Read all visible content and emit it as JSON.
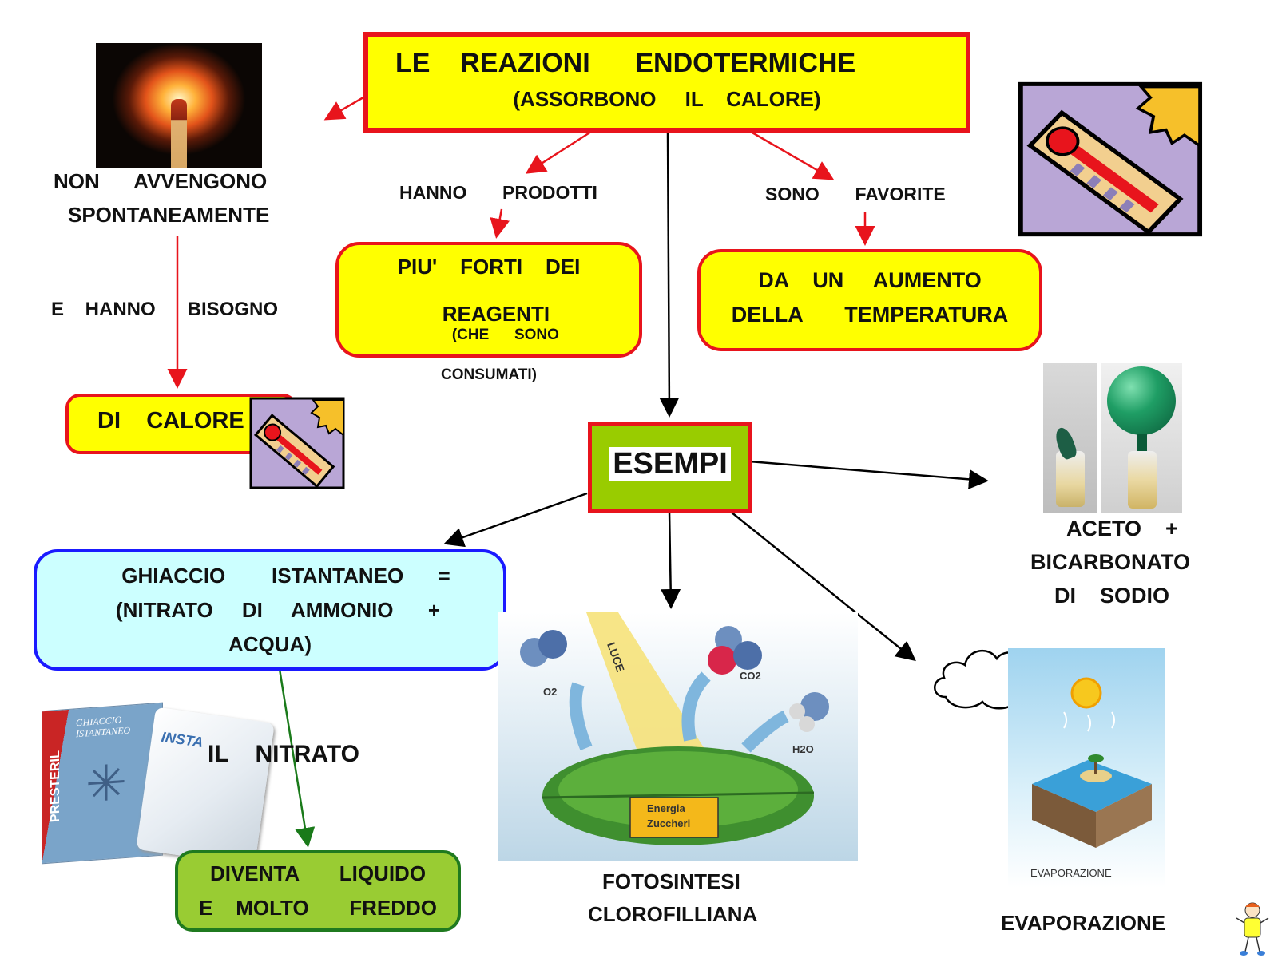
{
  "title": {
    "line1": "LE    REAZIONI      ENDOTERMICHE",
    "line2": "(ASSORBONO     IL    CALORE)"
  },
  "labels": {
    "non_avvengono_1": "NON      AVVENGONO",
    "non_avvengono_2": "SPONTANEAMENTE",
    "e_hanno_bisogno": "E    HANNO      BISOGNO",
    "hanno_prodotti": "HANNO       PRODOTTI",
    "sono_favorite": "SONO       FAVORITE",
    "il_nitrato": "IL    NITRATO"
  },
  "boxes": {
    "calore": "DI    CALORE",
    "prodotti_1": "PIU'    FORTI    DEI",
    "prodotti_2a": "REAGENTI",
    "prodotti_2b": "(CHE      SONO",
    "prodotti_3": "CONSUMATI)",
    "temperatura_1": "DA    UN     AUMENTO",
    "temperatura_2": "DELLA       TEMPERATURA",
    "esempi": "ESEMPI",
    "ghiaccio_1": "GHIACCIO        ISTANTANEO      =",
    "ghiaccio_2": "(NITRATO     DI     AMMONIO      +",
    "ghiaccio_3": "ACQUA)",
    "liquido_1": "DIVENTA       LIQUIDO",
    "liquido_2": "E    MOLTO       FREDDO"
  },
  "captions": {
    "aceto_1": "ACETO    +",
    "aceto_2": "BICARBONATO",
    "aceto_3": "DI    SODIO",
    "fotosintesi_1": "FOTOSINTESI",
    "fotosintesi_2": "CLOROFILLIANA",
    "evaporazione": "EVAPORAZIONE"
  },
  "photo_labels": {
    "o2": "O2",
    "co2": "CO2",
    "h2o": "H2O",
    "luce": "LUCE",
    "energia": "Energia",
    "zuccheri": "Zuccheri",
    "evaporazione_small": "EVAPORAZIONE",
    "presteril": "PRESTERIL",
    "ghiaccio_pack": "GHIACCIO",
    "istantaneo_pack": "ISTANTANEO",
    "instant_pack": "INSTA"
  },
  "colors": {
    "title_bg": "#ffff00",
    "box_border_red": "#e8141c",
    "box_yellow": "#ffff00",
    "esempi_green": "#99cc00",
    "ghiaccio_cyan": "#ccffff",
    "ghiaccio_border": "#1a1aff",
    "liquido_green": "#99cc33",
    "liquido_border": "#1f7a1f",
    "arrow_red": "#e8141c",
    "arrow_black": "#000000",
    "arrow_green": "#1a7a1a"
  }
}
